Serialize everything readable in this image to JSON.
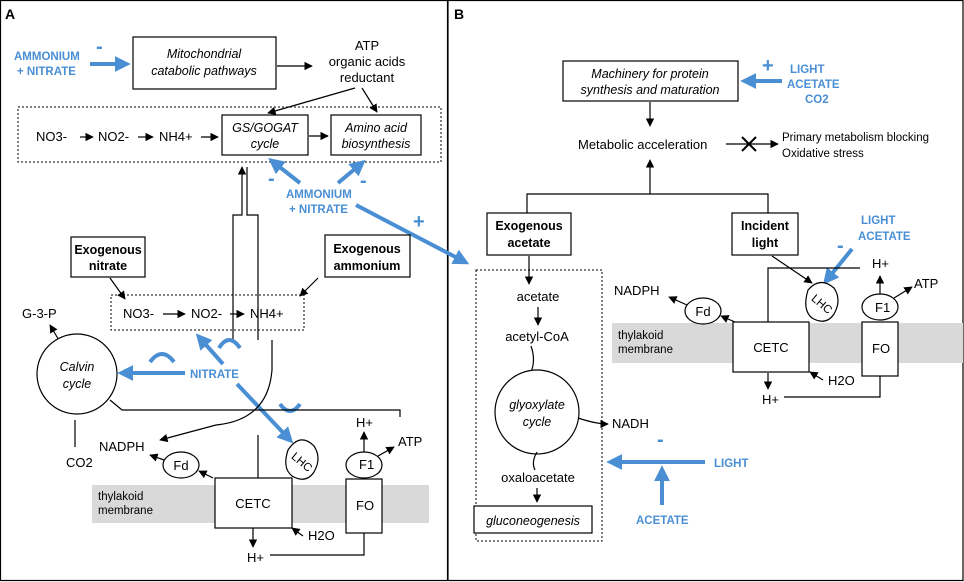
{
  "panel_a": {
    "label": "A",
    "ammonium": "AMMONIUM",
    "plus_nitrate": "+ NITRATE",
    "minus": "-",
    "mito": [
      "Mitochondrial",
      "catabolic pathways"
    ],
    "outputs": [
      "ATP",
      "organic acids",
      "reductant"
    ],
    "no3": "NO3-",
    "no2": "NO2-",
    "nh4": "NH4+",
    "gsgogat": [
      "GS/GOGAT",
      "cycle"
    ],
    "aa": [
      "Amino acid",
      "biosynthesis"
    ],
    "ammonium2": "AMMONIUM",
    "plus_nitrate2": "+ NITRATE",
    "exo_nitrate": [
      "Exogenous",
      "nitrate"
    ],
    "exo_ammonium": [
      "Exogenous",
      "ammonium"
    ],
    "g3p": "G-3-P",
    "calvin": [
      "Calvin",
      "cycle"
    ],
    "nitrate": "NITRATE",
    "nadph": "NADPH",
    "co2": "CO2",
    "fd": "Fd",
    "lhc": "LHC",
    "f1": "F1",
    "atp": "ATP",
    "h_top": "H+",
    "thylakoid": [
      "thylakoid",
      "membrane"
    ],
    "cetc": "CETC",
    "fo": "FO",
    "h_bottom": "H+",
    "h2o": "H2O"
  },
  "panel_b": {
    "label": "B",
    "machinery": [
      "Machinery for protein",
      "synthesis and maturation"
    ],
    "light": "LIGHT",
    "acetate": "ACETATE",
    "co2": "CO2",
    "plus": "+",
    "metabolic": "Metabolic acceleration",
    "primary": "Primary metabolism blocking",
    "oxidative": "Oxidative stress",
    "plus_mid": "+",
    "exo_acetate": [
      "Exogenous",
      "acetate"
    ],
    "incident": [
      "Incident",
      "light"
    ],
    "light2": "LIGHT",
    "acetate2": "ACETATE",
    "minus2": "-",
    "acetate_lc": "acetate",
    "acetylcoa": "acetyl-CoA",
    "glyox": [
      "glyoxylate",
      "cycle"
    ],
    "nadh": "NADH",
    "oxalo": "oxaloacetate",
    "gluco": "gluconeogenesis",
    "light3": "LIGHT",
    "minus3": "-",
    "acetate3": "ACETATE",
    "nadph": "NADPH",
    "fd": "Fd",
    "lhc": "LHC",
    "f1": "F1",
    "atp": "ATP",
    "h_top": "H+",
    "thylakoid": [
      "thylakoid",
      "membrane"
    ],
    "cetc": "CETC",
    "fo": "FO",
    "h2o": "H2O",
    "h_bottom": "H+"
  },
  "colors": {
    "accent": "#4a8fd4",
    "membrane": "#d9d9d9"
  }
}
